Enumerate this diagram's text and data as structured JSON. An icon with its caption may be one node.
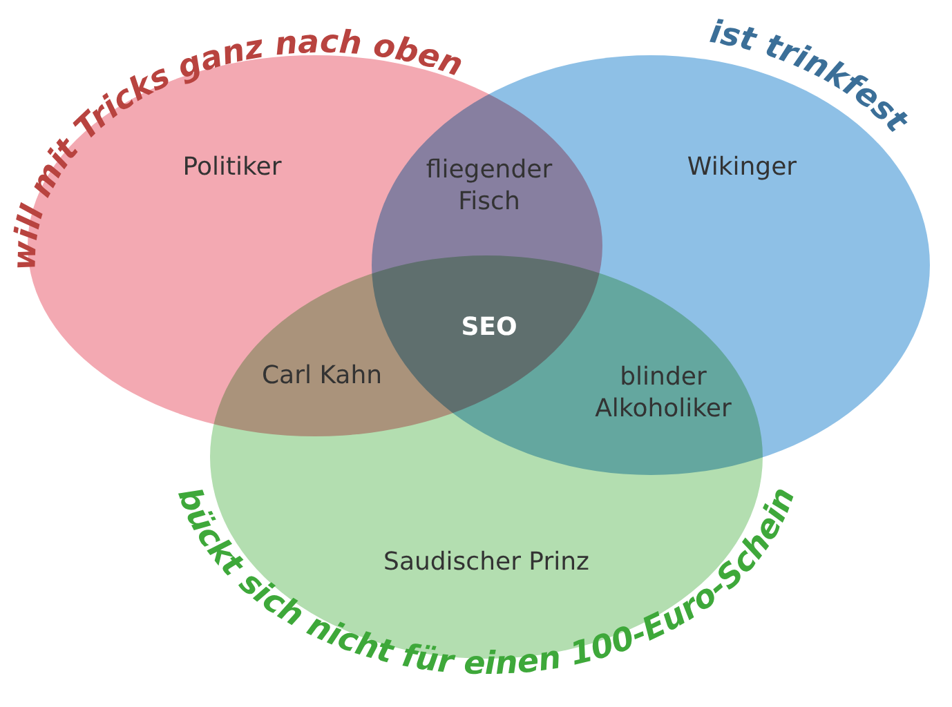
{
  "diagram": {
    "nodes": [
      {
        "text": [
          "will mit Tricks ganz nach oben"
        ]
      },
      {
        "text": [
          "ist trinkfest"
        ]
      },
      {
        "text": [
          "bückt sich nicht für einen 100-Euro-Schein"
        ]
      }
    ],
    "labels": [
      "Politiker",
      "fliegender Fisch",
      "Wikinger",
      "SEO",
      "Carl Kahn",
      "blinder Alkoholiker",
      "Saudischer Prinz"
    ]
  }
}
